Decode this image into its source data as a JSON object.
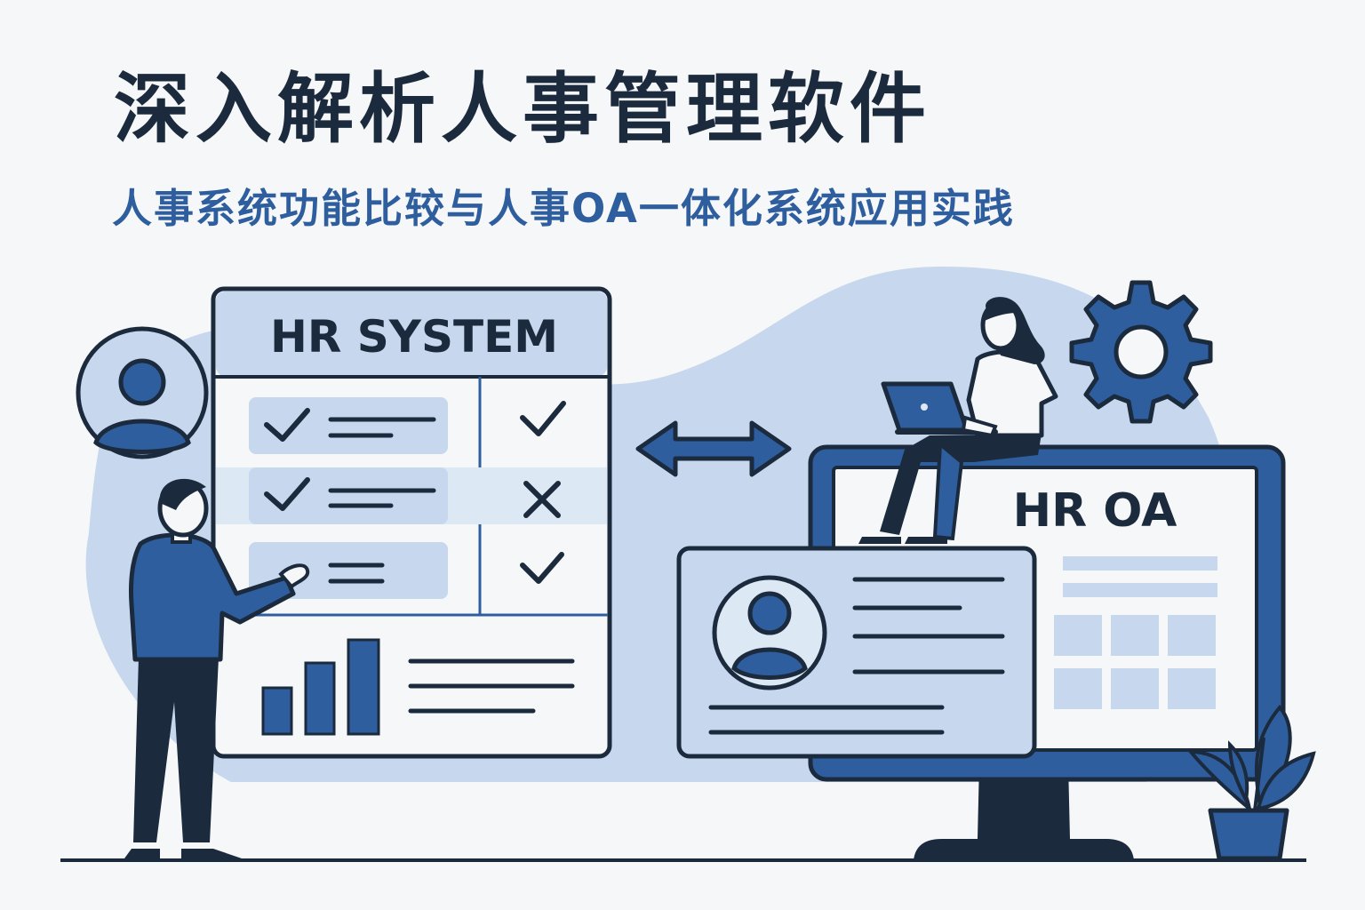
{
  "header": {
    "title": "深入解析人事管理软件",
    "subtitle": "人事系统功能比较与人事OA一体化系统应用实践"
  },
  "hr_system_panel": {
    "heading": "HR SYSTEM",
    "rows": [
      {
        "status": "check"
      },
      {
        "status": "cross"
      },
      {
        "status": "check"
      }
    ]
  },
  "hr_oa_monitor": {
    "heading": "HR OA"
  },
  "colors": {
    "ink": "#1b2a3c",
    "accent": "#2e5e9e",
    "light_blue": "#c6d7ee",
    "pale_blue": "#dde8f5",
    "background": "#f6f7f9"
  },
  "icons": [
    "user-avatar-icon",
    "gear-icon",
    "bidirectional-arrow-icon",
    "check-icon",
    "cross-icon",
    "bar-chart-icon",
    "laptop-icon",
    "potted-plant-icon"
  ]
}
